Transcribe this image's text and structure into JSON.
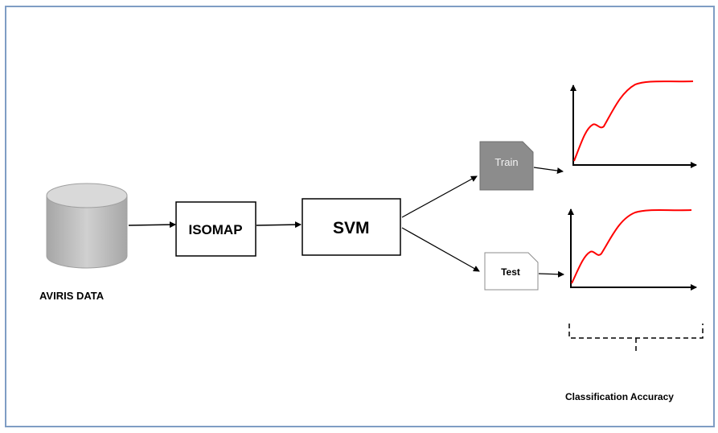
{
  "diagram": {
    "data_source": {
      "label": "AVIRIS DATA",
      "icon": "database-cylinder-icon",
      "color": "#bfbfbf"
    },
    "isomap": {
      "label": "ISOMAP"
    },
    "svm": {
      "label": "SVM"
    },
    "train": {
      "label": "Train",
      "fill": "#8c8c8c"
    },
    "test": {
      "label": "Test",
      "fill": "#ffffff"
    },
    "accuracy": {
      "label": "Classification Accuracy"
    },
    "curve_color": "#ff0000",
    "frame_border_color": "#7f9dc4"
  }
}
